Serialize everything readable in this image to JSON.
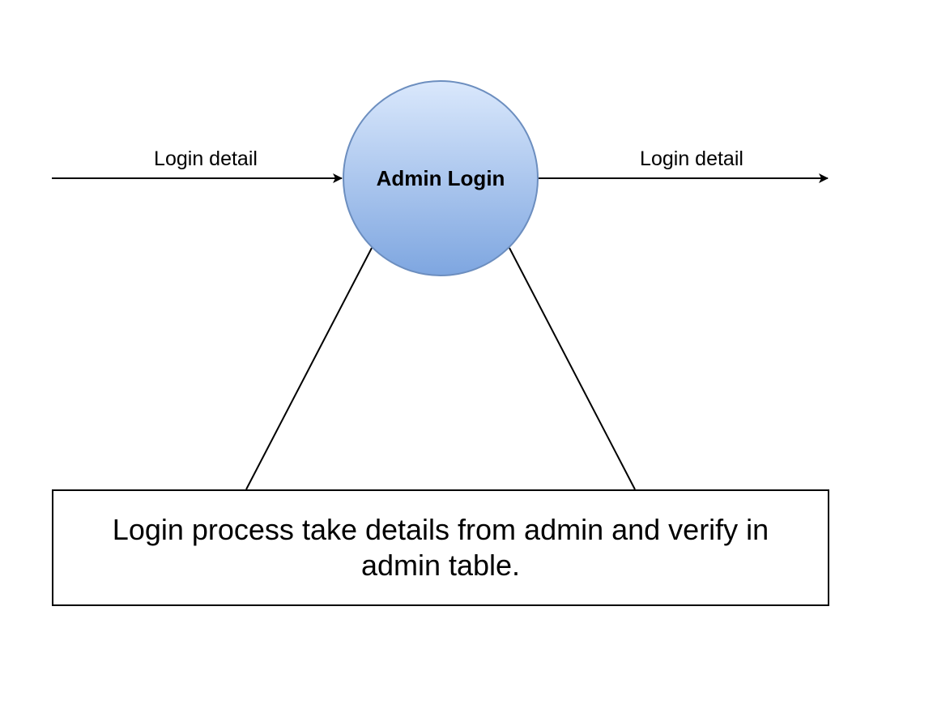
{
  "diagram": {
    "process": {
      "label": "Admin Login",
      "fill_top": "#dae8fc",
      "fill_bottom": "#7ea6e0",
      "stroke": "#6c8ebf"
    },
    "incoming_flow": {
      "label": "Login detail"
    },
    "outgoing_flow": {
      "label": "Login detail"
    },
    "description": {
      "text": "Login process take details from admin and verify in admin table."
    },
    "line_color": "#000000"
  }
}
